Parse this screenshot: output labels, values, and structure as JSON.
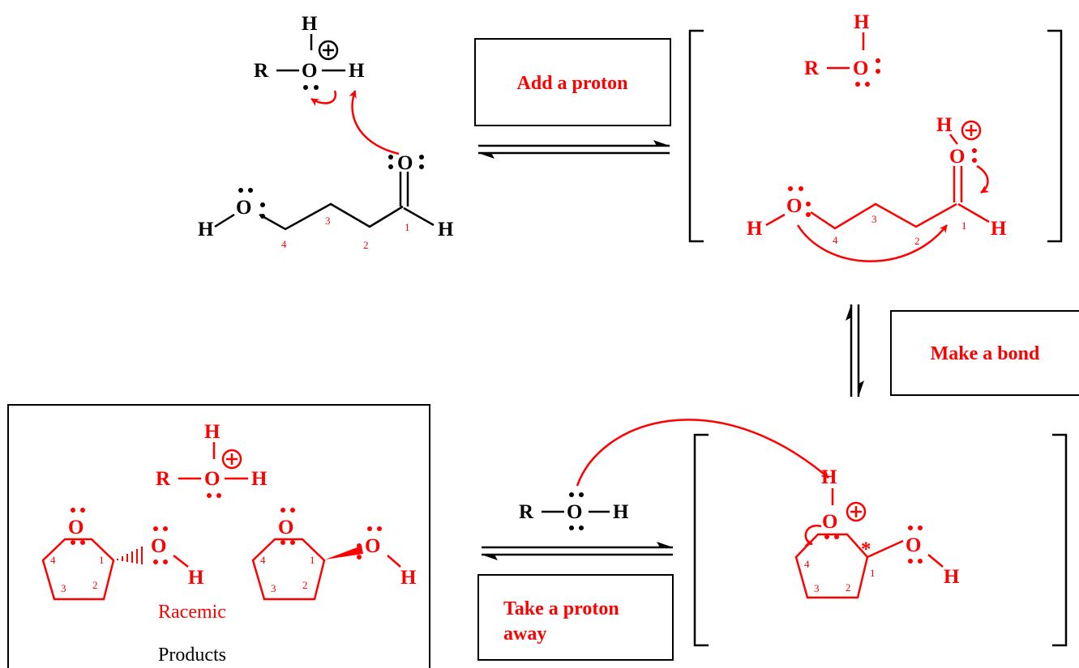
{
  "colors": {
    "black": "#000000",
    "red": "#ff0000"
  },
  "atoms": {
    "R": "R",
    "O": "O",
    "H": "H",
    "star": "*",
    "plus": "+"
  },
  "ring_numbers": [
    "1",
    "2",
    "3",
    "4"
  ],
  "steps": {
    "add_proton": "Add a proton",
    "make_bond": "Make a bond",
    "take_proton_line1": "Take a proton",
    "take_proton_line2": "away"
  },
  "products": {
    "racemic": "Racemic",
    "products": "Products"
  }
}
